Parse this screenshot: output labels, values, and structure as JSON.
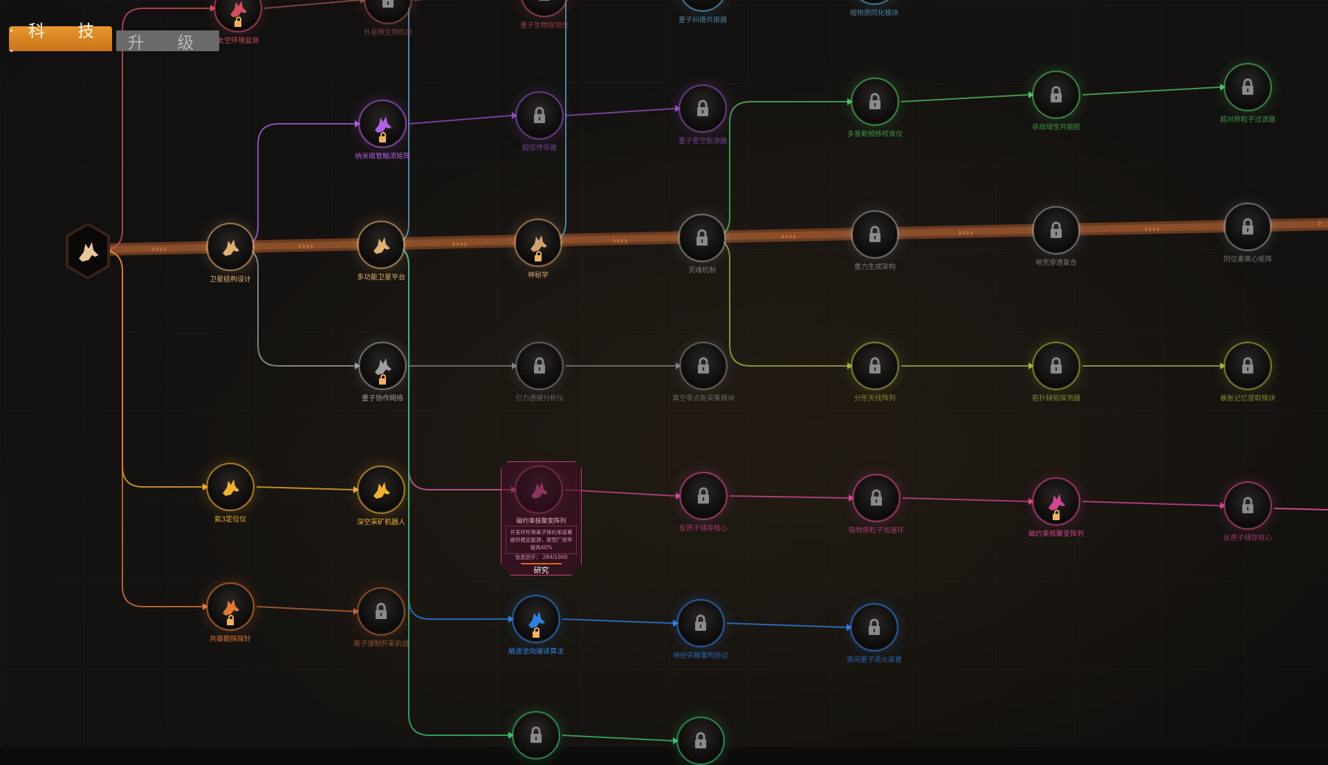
{
  "tabs": [
    {
      "label": "·科 技·",
      "active": true
    },
    {
      "label": "升 级",
      "active": false
    }
  ],
  "main_bar_chevrons": "››››",
  "nodes": [
    {
      "id": "root",
      "label": "",
      "color": "#e8a060",
      "state": "unlocked"
    },
    {
      "label": "卫星结构设计",
      "color": "#e0b070",
      "state": "unlocked"
    },
    {
      "label": "多功能卫星平台",
      "color": "#e0b070",
      "state": "unlocked"
    },
    {
      "label": "神秘学",
      "color": "#d0a070",
      "state": "available"
    },
    {
      "label": "灵魂机制",
      "color": "#9a9a9a",
      "state": "locked"
    },
    {
      "label": "重力生成架构",
      "color": "#9a9a9a",
      "state": "locked"
    },
    {
      "label": "地壳穿透复合",
      "color": "#9a9a9a",
      "state": "locked"
    },
    {
      "label": "同位素离心矩阵",
      "color": "#9a9a9a",
      "state": "locked"
    },
    {
      "label": "纳米碳管触须矩阵",
      "color": "#b060e0",
      "state": "available"
    },
    {
      "label": "超弦传导器",
      "color": "#9050c0",
      "state": "locked"
    },
    {
      "label": "量子星空能源器",
      "color": "#9050c0",
      "state": "locked"
    },
    {
      "label": "多普勒频移校准仪",
      "color": "#50c060",
      "state": "locked"
    },
    {
      "label": "非局域性共振腔",
      "color": "#50c060",
      "state": "locked"
    },
    {
      "label": "超对称粒子过滤器",
      "color": "#50c060",
      "state": "locked"
    },
    {
      "label": "太空环境监测",
      "color": "#d05060",
      "state": "available"
    },
    {
      "label": "外星微生物检测",
      "color": "#a05050",
      "state": "locked"
    },
    {
      "label": "量子生物探测仪",
      "color": "#c05060",
      "state": "locked"
    },
    {
      "label": "量子纠缠共振器",
      "color": "#60a8d0",
      "state": "locked"
    },
    {
      "label": "暗物质同化模块",
      "color": "#60a8d0",
      "state": "locked"
    },
    {
      "label": "量子协作网络",
      "color": "#a0a0a0",
      "state": "available"
    },
    {
      "label": "引力透镜分析仪",
      "color": "#808080",
      "state": "locked"
    },
    {
      "label": "真空零点能采集模块",
      "color": "#808080",
      "state": "locked"
    },
    {
      "label": "分形天线阵列",
      "color": "#a8b040",
      "state": "locked"
    },
    {
      "label": "拓扑缺陷探测器",
      "color": "#a8b040",
      "state": "locked"
    },
    {
      "label": "暴胀记忆提取模块",
      "color": "#a8b040",
      "state": "locked"
    },
    {
      "label": "氦3定位仪",
      "color": "#f0b030",
      "state": "unlocked"
    },
    {
      "label": "深空采矿机器人",
      "color": "#f0b030",
      "state": "unlocked"
    },
    {
      "label": "磁约束核聚变阵列",
      "color": "#e060a0",
      "state": "selected"
    },
    {
      "label": "反质子储存核心",
      "color": "#d04890",
      "state": "locked"
    },
    {
      "label": "暗物质粒子加速环",
      "color": "#d04890",
      "state": "locked"
    },
    {
      "label": "磁约束核聚变阵列",
      "color": "#d04890",
      "state": "available"
    },
    {
      "label": "反质子储存核心",
      "color": "#d04890",
      "state": "locked"
    },
    {
      "label": "共振勘探探针",
      "color": "#e07838",
      "state": "available"
    },
    {
      "label": "离子强制开采机组",
      "color": "#c06838",
      "state": "locked"
    },
    {
      "label": "脑波逆向编译算法",
      "color": "#3080e0",
      "state": "available"
    },
    {
      "label": "神经突触重构协议",
      "color": "#3080e0",
      "state": "locked"
    },
    {
      "label": "夜间量子退火装置",
      "color": "#3080e0",
      "state": "locked"
    },
    {
      "label": "",
      "color": "#40c070",
      "state": "locked"
    },
    {
      "label": "",
      "color": "#40c070",
      "state": "locked"
    }
  ],
  "card": {
    "title": "磁约束核聚变阵列",
    "description": "开发环形等离子体约束装置提供稳定能源，原型厂效率提高40%",
    "info": "信息因子： 284/1000",
    "button": "研究"
  }
}
